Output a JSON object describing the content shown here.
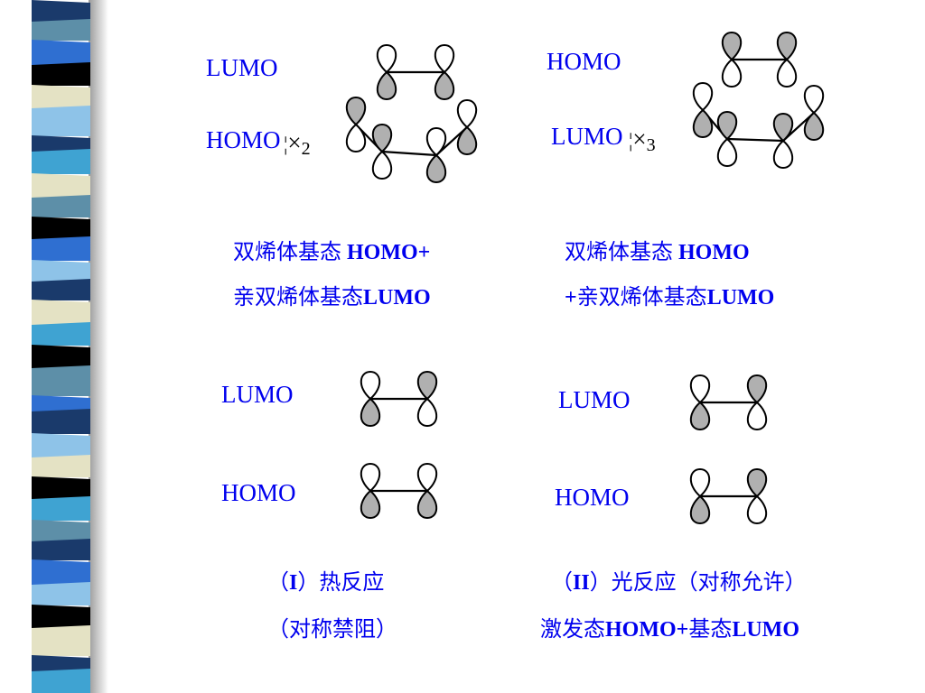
{
  "colors": {
    "label_blue": "#0000ee",
    "lobe_gray": "#b0b0b0",
    "stripe_palette": [
      "#1a3a6b",
      "#5d8fa8",
      "#2f6fd1",
      "#000000",
      "#e4e2c4",
      "#8ec3e8",
      "#3fa3d2"
    ]
  },
  "panel_a": {
    "lumo_label": "LUMO",
    "homo_label": "HOMO",
    "mult_sign": "×",
    "mult_number": "2",
    "cap_line1_cn": "双烯体基态",
    "cap_line1_en": "HOMO+",
    "cap_line2_cn": "亲双烯体基态",
    "cap_line2_en": "LUMO"
  },
  "panel_b": {
    "homo_label": "HOMO",
    "lumo_label": "LUMO",
    "mult_sign": "×",
    "mult_number": "3",
    "cap_line1_cn": "双烯体基态",
    "cap_line1_en": "HOMO",
    "cap_line2_prefix": "+",
    "cap_line2_cn": "亲双烯体基态",
    "cap_line2_en": "LUMO"
  },
  "panel_c": {
    "lumo_label": "LUMO",
    "homo_label": "HOMO",
    "cap_line1_open": "（",
    "cap_line1_roman": "I",
    "cap_line1_rest": "）热反应",
    "cap_line2": "（对称禁阻）"
  },
  "panel_d": {
    "lumo_label": "LUMO",
    "homo_label": "HOMO",
    "cap_line1_open": "（",
    "cap_line1_roman": "II",
    "cap_line1_rest": "）光反应（对称允许）",
    "cap_line2_cn": "激发态",
    "cap_line2_en": "HOMO+",
    "cap_line2_cn2": "基态",
    "cap_line2_en2": "LUMO"
  }
}
